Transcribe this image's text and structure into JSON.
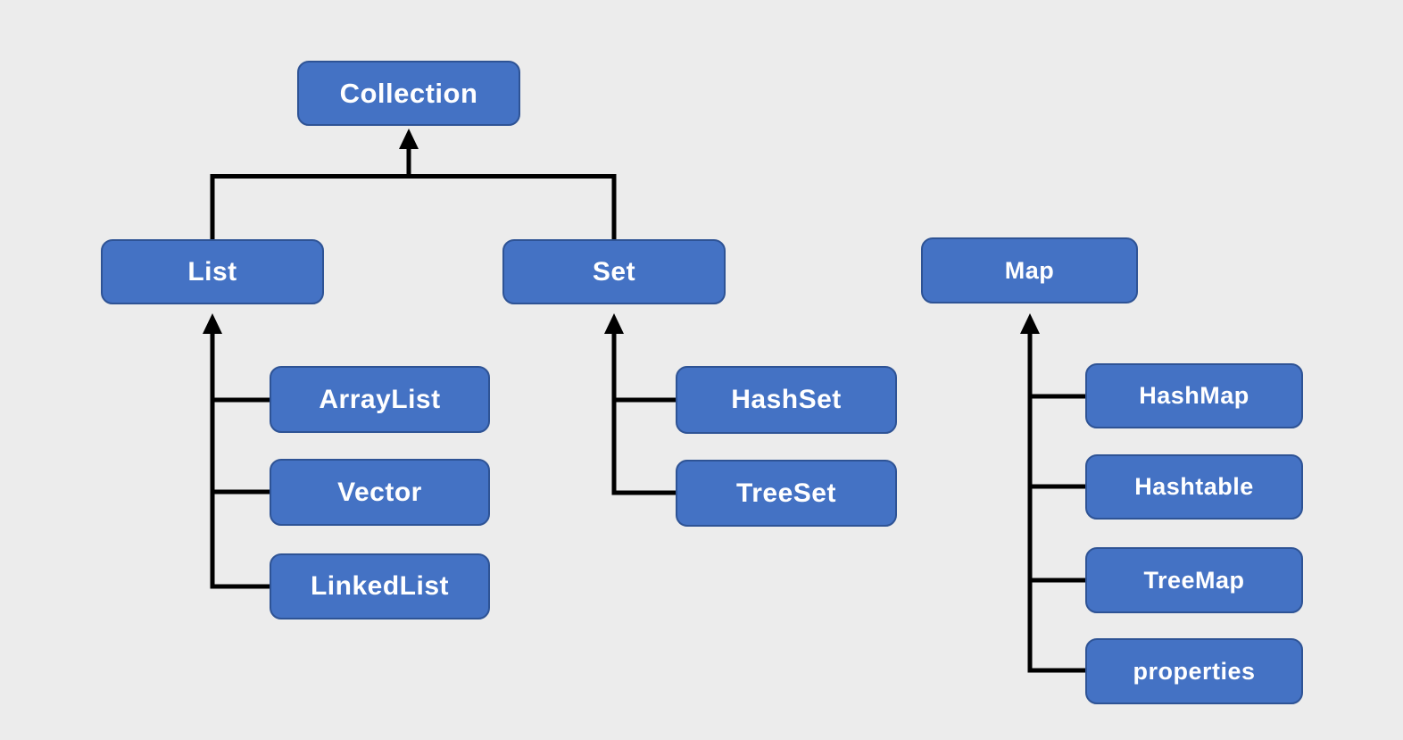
{
  "diagram": {
    "type": "hierarchy",
    "subject": "Java collection framework class hierarchy",
    "colors": {
      "background": "#ECECEC",
      "node_fill": "#4472C4",
      "node_border": "#2E5395",
      "node_text": "#FFFFFF",
      "connector": "#000000"
    },
    "nodes": {
      "collection": {
        "label": "Collection"
      },
      "list": {
        "label": "List"
      },
      "set": {
        "label": "Set"
      },
      "map": {
        "label": "Map"
      },
      "arraylist": {
        "label": "ArrayList"
      },
      "vector": {
        "label": "Vector"
      },
      "linkedlist": {
        "label": "LinkedList"
      },
      "hashset": {
        "label": "HashSet"
      },
      "treeset": {
        "label": "TreeSet"
      },
      "hashmap": {
        "label": "HashMap"
      },
      "hashtable": {
        "label": "Hashtable"
      },
      "treemap": {
        "label": "TreeMap"
      },
      "properties": {
        "label": "properties"
      }
    },
    "edges": [
      {
        "from": "List",
        "to": "Collection",
        "style": "arrow-up"
      },
      {
        "from": "Set",
        "to": "Collection",
        "style": "arrow-up"
      },
      {
        "from": "ArrayList",
        "to": "List",
        "style": "arrow-up"
      },
      {
        "from": "Vector",
        "to": "List",
        "style": "arrow-up"
      },
      {
        "from": "LinkedList",
        "to": "List",
        "style": "arrow-up"
      },
      {
        "from": "HashSet",
        "to": "Set",
        "style": "arrow-up"
      },
      {
        "from": "TreeSet",
        "to": "Set",
        "style": "arrow-up"
      },
      {
        "from": "HashMap",
        "to": "Map",
        "style": "arrow-up"
      },
      {
        "from": "Hashtable",
        "to": "Map",
        "style": "arrow-up"
      },
      {
        "from": "TreeMap",
        "to": "Map",
        "style": "arrow-up"
      },
      {
        "from": "properties",
        "to": "Map",
        "style": "arrow-up"
      }
    ]
  }
}
